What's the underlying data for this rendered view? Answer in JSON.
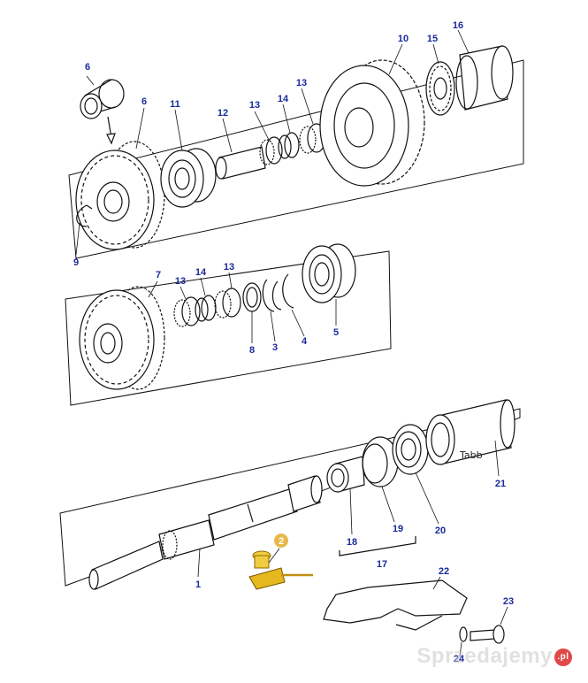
{
  "diagram": {
    "labels": [
      {
        "id": "p6a",
        "text": "6"
      },
      {
        "id": "p6b",
        "text": "6"
      },
      {
        "id": "p11",
        "text": "11"
      },
      {
        "id": "p12",
        "text": "12"
      },
      {
        "id": "p13a",
        "text": "13"
      },
      {
        "id": "p14a",
        "text": "14"
      },
      {
        "id": "p13b",
        "text": "13"
      },
      {
        "id": "p10",
        "text": "10"
      },
      {
        "id": "p15",
        "text": "15"
      },
      {
        "id": "p16",
        "text": "16"
      },
      {
        "id": "p9",
        "text": "9"
      },
      {
        "id": "p7",
        "text": "7"
      },
      {
        "id": "p13c",
        "text": "13"
      },
      {
        "id": "p14b",
        "text": "14"
      },
      {
        "id": "p13d",
        "text": "13"
      },
      {
        "id": "p8",
        "text": "8"
      },
      {
        "id": "p3",
        "text": "3"
      },
      {
        "id": "p4",
        "text": "4"
      },
      {
        "id": "p5",
        "text": "5"
      },
      {
        "id": "p21",
        "text": "21"
      },
      {
        "id": "p18",
        "text": "18"
      },
      {
        "id": "p19",
        "text": "19"
      },
      {
        "id": "p20",
        "text": "20"
      },
      {
        "id": "p17",
        "text": "17"
      },
      {
        "id": "p1",
        "text": "1"
      },
      {
        "id": "p22",
        "text": "22"
      },
      {
        "id": "p23",
        "text": "23"
      },
      {
        "id": "p24",
        "text": "24"
      }
    ],
    "highlight": {
      "text": "2",
      "color": "#e8b84a"
    },
    "stamp_text": "Tabb"
  },
  "watermark": {
    "text": "Sprzedajemy",
    "suffix": ".pl"
  },
  "colors": {
    "label": "#1a2a9c",
    "highlight_part": "#e0b000",
    "ink": "#111111"
  }
}
